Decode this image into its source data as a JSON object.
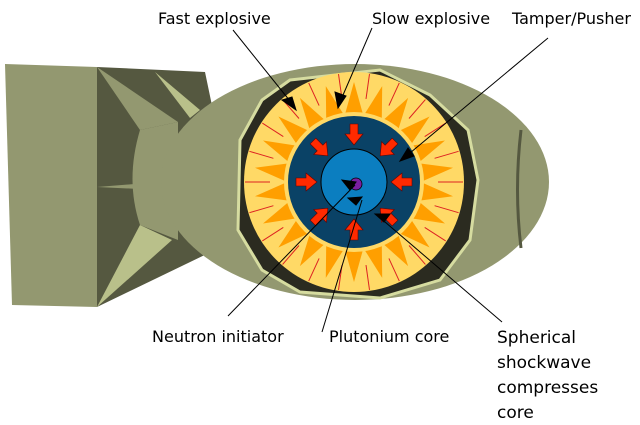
{
  "labels": {
    "fast_explosive": "Fast explosive",
    "slow_explosive": "Slow explosive",
    "tamper_pusher": "Tamper/Pusher",
    "neutron_initiator": "Neutron initiator",
    "plutonium_core": "Plutonium core",
    "shockwave": [
      "Spherical",
      "shockwave",
      "compresses",
      "core"
    ]
  },
  "colors": {
    "body": "#939870",
    "fin_dark": "#555840",
    "fin_light": "#b9c08a",
    "casing": "#2b2b20",
    "fast_explosive": "#ffd966",
    "slow_explosive": "#ff9f00",
    "tamper": "#0a4266",
    "core": "#0b7ec0",
    "initiator": "#7a1fa0",
    "arrow": "#ff2a00"
  }
}
